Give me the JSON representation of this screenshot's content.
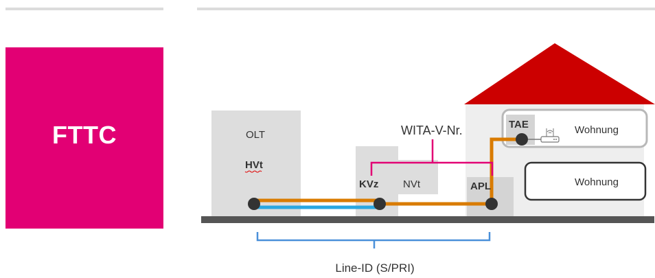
{
  "panel": {
    "title": "FTTC",
    "accent_color": "#e20074"
  },
  "diagram": {
    "labels": {
      "olt": "OLT",
      "hvt": "HVt",
      "kvz": "KVz",
      "nvt": "NVt",
      "apl": "APL",
      "tae": "TAE",
      "wohnung_top": "Wohnung",
      "wohnung_bottom": "Wohnung",
      "wita": "WITA-V-Nr.",
      "line_id": "Line-ID (S/PRI)"
    },
    "colors": {
      "copper_line": "#d97b00",
      "fiber_line": "#2aa7e0",
      "wita_bracket": "#e20074",
      "line_id_bracket": "#4a90d9",
      "roof": "#cc0000",
      "building_grey": "#dddddd",
      "ground": "#555555"
    },
    "icons": {
      "router": "router-icon"
    }
  }
}
